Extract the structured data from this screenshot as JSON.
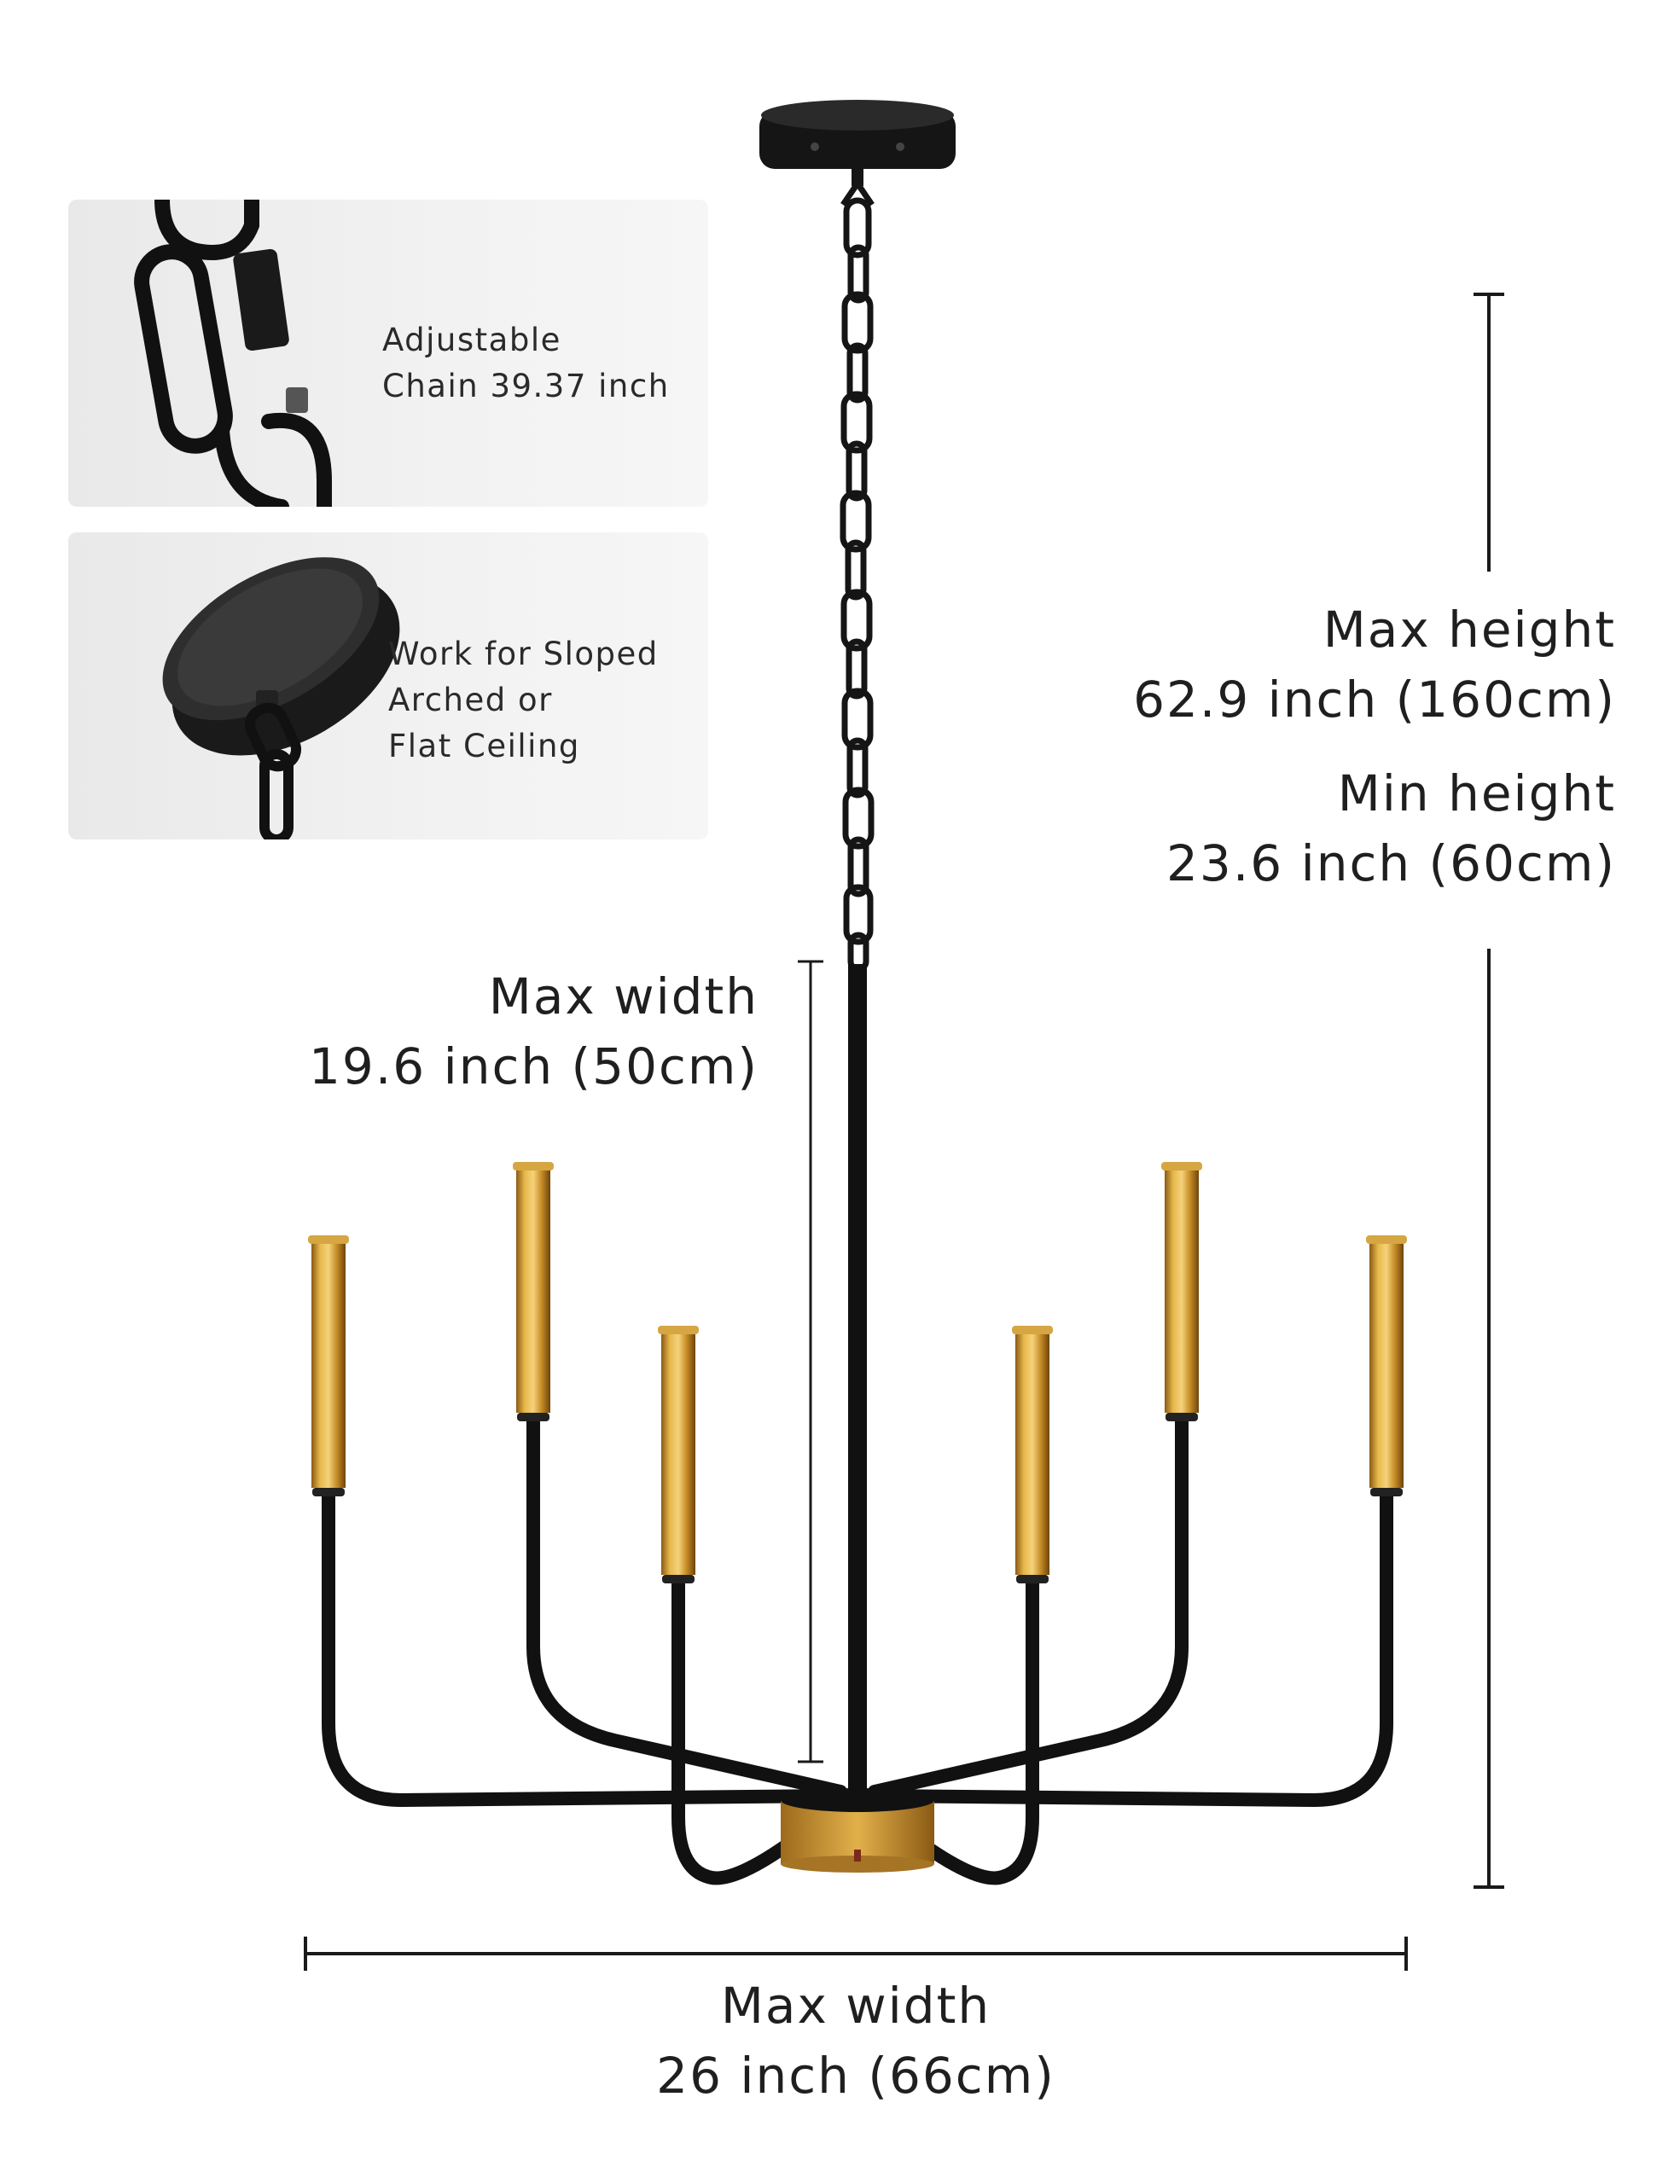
{
  "cards": [
    {
      "lines": [
        "Adjustable",
        "Chain 39.37 inch"
      ]
    },
    {
      "lines": [
        "Work for Sloped",
        "Arched or",
        "Flat Ceiling"
      ]
    }
  ],
  "dimensions": {
    "height": {
      "max_label": "Max height",
      "max_value": "62.9 inch (160cm)",
      "min_label": "Min height",
      "min_value": "23.6 inch (60cm)"
    },
    "inner": {
      "label": "Max width",
      "value": "19.6 inch (50cm)"
    },
    "bottom": {
      "label": "Max width",
      "value": "26 inch (66cm)"
    }
  },
  "colors": {
    "metal_black": "#111111",
    "brass": "#c9962e",
    "card_bg": "#eeeeee",
    "line": "#1a1a1a"
  }
}
